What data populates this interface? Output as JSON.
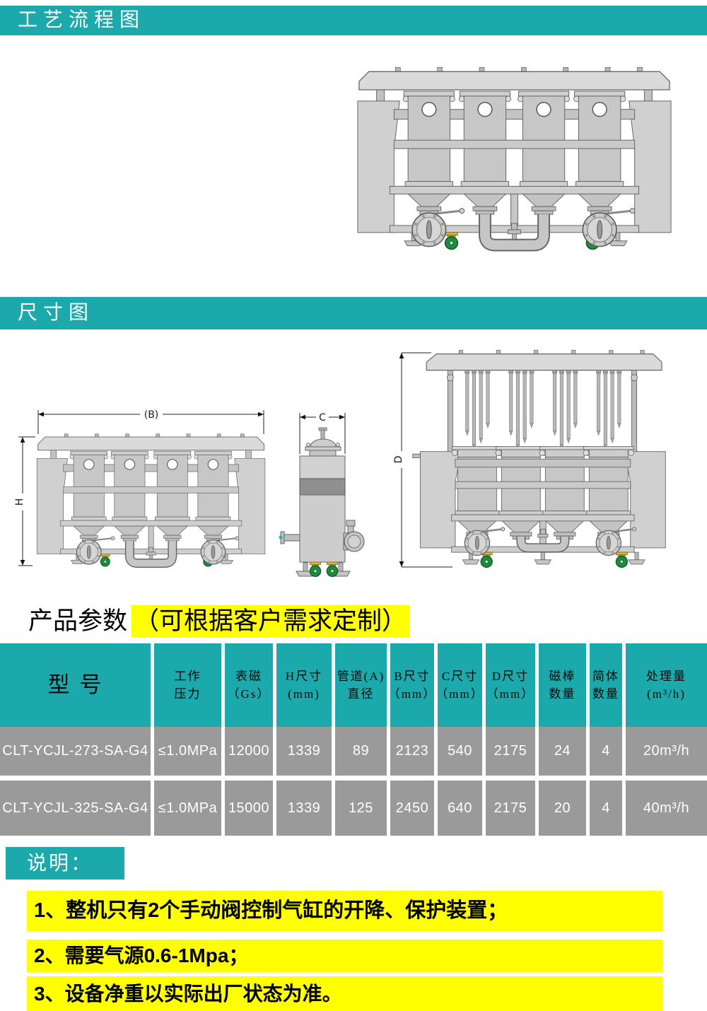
{
  "sections": {
    "process_title": "工艺流程图",
    "dimension_title": "尺寸图",
    "params_title": "产品参数",
    "params_note": "（可根据客户需求定制）",
    "notes_title": "说明："
  },
  "dims": {
    "b": "(B)",
    "h": "H",
    "c": "C",
    "d": "D"
  },
  "table": {
    "headers": [
      "型号",
      "工作\n压力",
      "表磁\n（Gs）",
      "H尺寸\n(mm)",
      "管道(A)\n直径",
      "B尺寸\n（mm）",
      "C尺寸\n（mm）",
      "D尺寸\n（mm）",
      "磁棒\n数量",
      "简体\n数量",
      "处理量\n(m³/h)"
    ],
    "rows": [
      [
        "CLT-YCJL-273-SA-G4",
        "≤1.0MPa",
        "12000",
        "1339",
        "89",
        "2123",
        "540",
        "2175",
        "24",
        "4",
        "20m³/h"
      ],
      [
        "CLT-YCJL-325-SA-G4",
        "≤1.0MPa",
        "15000",
        "1339",
        "125",
        "2450",
        "640",
        "2175",
        "20",
        "4",
        "40m³/h"
      ]
    ]
  },
  "notes": [
    "1、整机只有2个手动阀控制气缸的开降、保护装置；",
    "2、需要气源0.6-1Mpa；",
    "3、设备净重以实际出厂状态为准。"
  ],
  "colors": {
    "teal": "#1ba9ac",
    "row_gray": "#9a9a9a",
    "highlight_yellow": "#ffff00",
    "caster_green": "#1e8c3f"
  }
}
